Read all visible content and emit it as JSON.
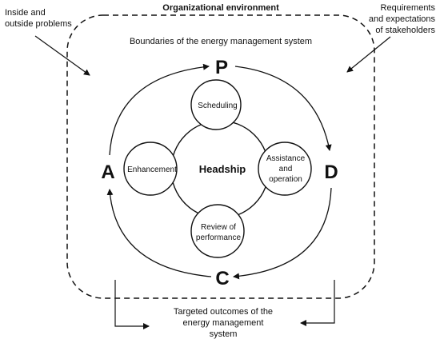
{
  "diagram": {
    "title": "Organizational environment",
    "top_left_note": [
      "Inside and",
      "outside problems"
    ],
    "top_right_note": [
      "Requirements",
      "and expectations",
      "of stakeholders"
    ],
    "boundary_label": "Boundaries of the energy management system",
    "outcome_label": [
      "Targeted outcomes of the",
      "energy management",
      "system"
    ],
    "center_label": "Headship",
    "pdca": {
      "p": "P",
      "d": "D",
      "c": "C",
      "a": "A"
    },
    "nodes": {
      "scheduling": "Scheduling",
      "enhancement": "Enhancement",
      "assistance": [
        "Assistance",
        "and",
        "operation"
      ],
      "review": [
        "Review of",
        "performance"
      ]
    }
  }
}
